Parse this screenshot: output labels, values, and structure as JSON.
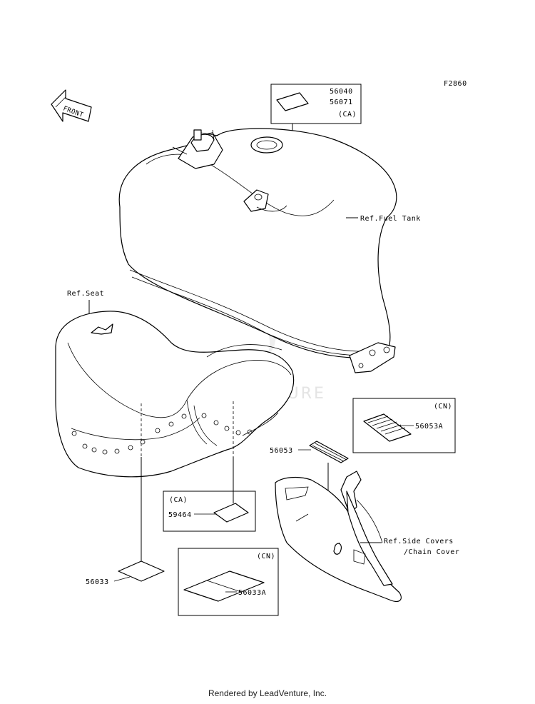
{
  "diagram": {
    "code": "F2860",
    "front_label": "FRONT",
    "watermark": "LEADVENTURE",
    "footer": "Rendered by LeadVenture, Inc.",
    "labels": {
      "fuel_tank_decal_a": "56040",
      "fuel_tank_decal_b": "56071",
      "fuel_tank_decal_region": "(CA)",
      "ref_fuel_tank": "Ref.Fuel Tank",
      "ref_seat": "Ref.Seat",
      "cn_region_top": "(CN)",
      "part_56053A": "56053A",
      "part_56053": "56053",
      "ref_side_covers_1": "Ref.Side Covers",
      "ref_side_covers_2": "/Chain Cover",
      "ca_region": "(CA)",
      "part_59464": "59464",
      "cn_region_bottom": "(CN)",
      "part_56033": "56033",
      "part_56033A": "56033A"
    }
  }
}
